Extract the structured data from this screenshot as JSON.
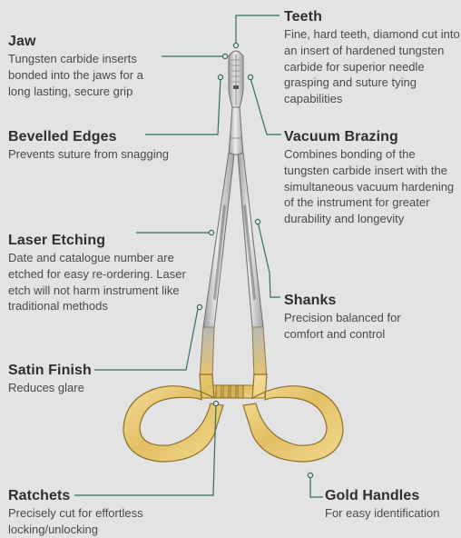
{
  "callouts": {
    "jaw": {
      "title": "Jaw",
      "desc": "Tungsten carbide inserts bonded into the jaws for a long lasting, secure grip"
    },
    "teeth": {
      "title": "Teeth",
      "desc": "Fine, hard teeth, diamond cut into an insert of hardened tungsten carbide for superior needle grasping and suture tying capabilities"
    },
    "bevelled": {
      "title": "Bevelled Edges",
      "desc": "Prevents suture from snagging"
    },
    "vacuum": {
      "title": "Vacuum Brazing",
      "desc": "Combines bonding of the tungsten carbide insert with the simultaneous vacuum hardening of the instrument for greater durability and longevity"
    },
    "laser": {
      "title": "Laser Etching",
      "desc": "Date and catalogue number are etched for easy re-ordering. Laser etch will not harm instrument like traditional methods"
    },
    "shanks": {
      "title": "Shanks",
      "desc": "Precision balanced for comfort and control"
    },
    "satin": {
      "title": "Satin Finish",
      "desc": "Reduces glare"
    },
    "ratchets": {
      "title": "Ratchets",
      "desc": "Precisely cut for effortless locking/unlocking"
    },
    "gold": {
      "title": "Gold Handles",
      "desc": "For easy identification"
    }
  },
  "colors": {
    "background": "#e3e3e3",
    "steel": "#c7c7c7",
    "steel_dark": "#8a8a8a",
    "gold": "#e8c873",
    "gold_dark": "#9c7a2c",
    "leader_line": "#2f6f60"
  }
}
